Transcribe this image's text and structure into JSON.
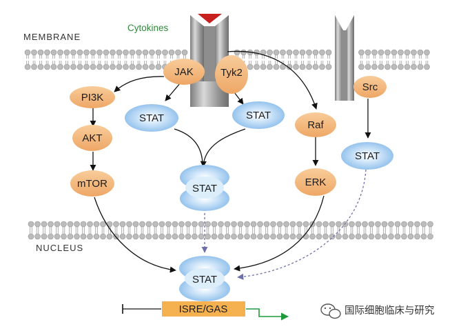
{
  "labels": {
    "membrane": "MEMBRANE",
    "nucleus": "NUCLEUS",
    "cytokines": "Cytokines"
  },
  "nodes": {
    "jak": "JAK",
    "tyk2": "Tyk2",
    "src": "Src",
    "pi3k": "PI3K",
    "akt": "AKT",
    "mtor": "mTOR",
    "stat_left": "STAT",
    "stat_right": "STAT",
    "stat_dimer": "STAT",
    "raf": "Raf",
    "erk": "ERK",
    "stat_src": "STAT",
    "stat_nucleus": "STAT",
    "isre_gas": "ISRE/GAS"
  },
  "watermark": {
    "text": "国际细胞临床与研究",
    "icon": "wechat-icon"
  },
  "colors": {
    "orange_node": "#f3b77a",
    "blue_node": "#8fc0ec",
    "isre_box": "#f5b14f",
    "promoter_arrow": "#1f9a3a",
    "receptor": "#a8a8a8",
    "ligand": "#c8201e",
    "dashed_arrow": "#6e6ea8"
  }
}
